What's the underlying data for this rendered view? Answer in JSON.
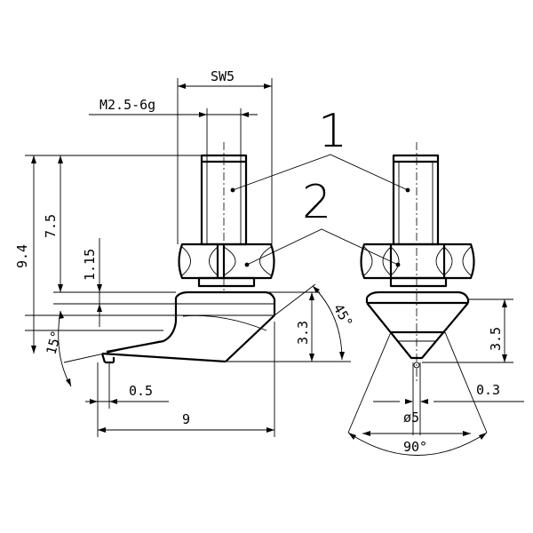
{
  "drawing": {
    "parts": [
      {
        "label": "1"
      },
      {
        "label": "2"
      }
    ],
    "dimensions": {
      "sw": "SW5",
      "thread": "M2.5-6g",
      "total_height": "9.4",
      "stud_height": "7.5",
      "nut_height": "1.15",
      "tip_angle": "15°",
      "chamfer_angle": "45°",
      "tip_height_left": "3.3",
      "offset": "0.5",
      "length": "9",
      "cone_height": "3.5",
      "diameter": "ø5",
      "tip_radius": "0.3",
      "cone_angle": "90°"
    }
  }
}
